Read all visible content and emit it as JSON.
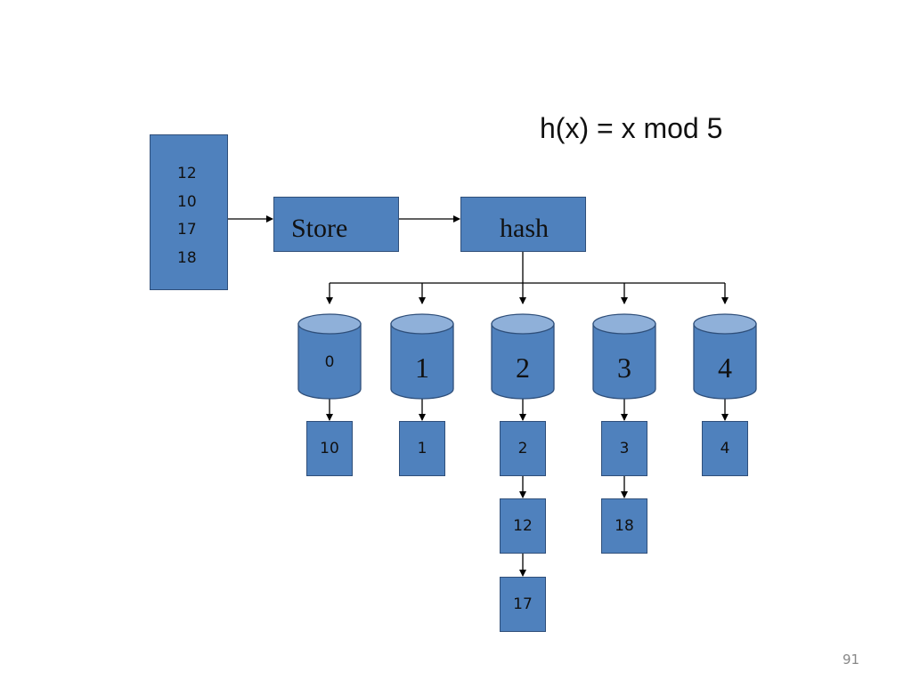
{
  "title": "h(x) = x mod 5",
  "input_values": [
    "12",
    "10",
    "17",
    "18"
  ],
  "store_label": "Store",
  "hash_label": "hash",
  "buckets": [
    {
      "label": "0",
      "chain": [
        "10"
      ]
    },
    {
      "label": "1",
      "chain": [
        "1"
      ]
    },
    {
      "label": "2",
      "chain": [
        "2",
        "12",
        "17"
      ]
    },
    {
      "label": "3",
      "chain": [
        "3",
        "18"
      ]
    },
    {
      "label": "4",
      "chain": [
        "4"
      ]
    }
  ],
  "page_number": "91",
  "colors": {
    "box_fill": "#4f81bd",
    "cylinder_top": "#8fb0d9",
    "border": "#2f4f7a",
    "arrow": "#000000"
  }
}
